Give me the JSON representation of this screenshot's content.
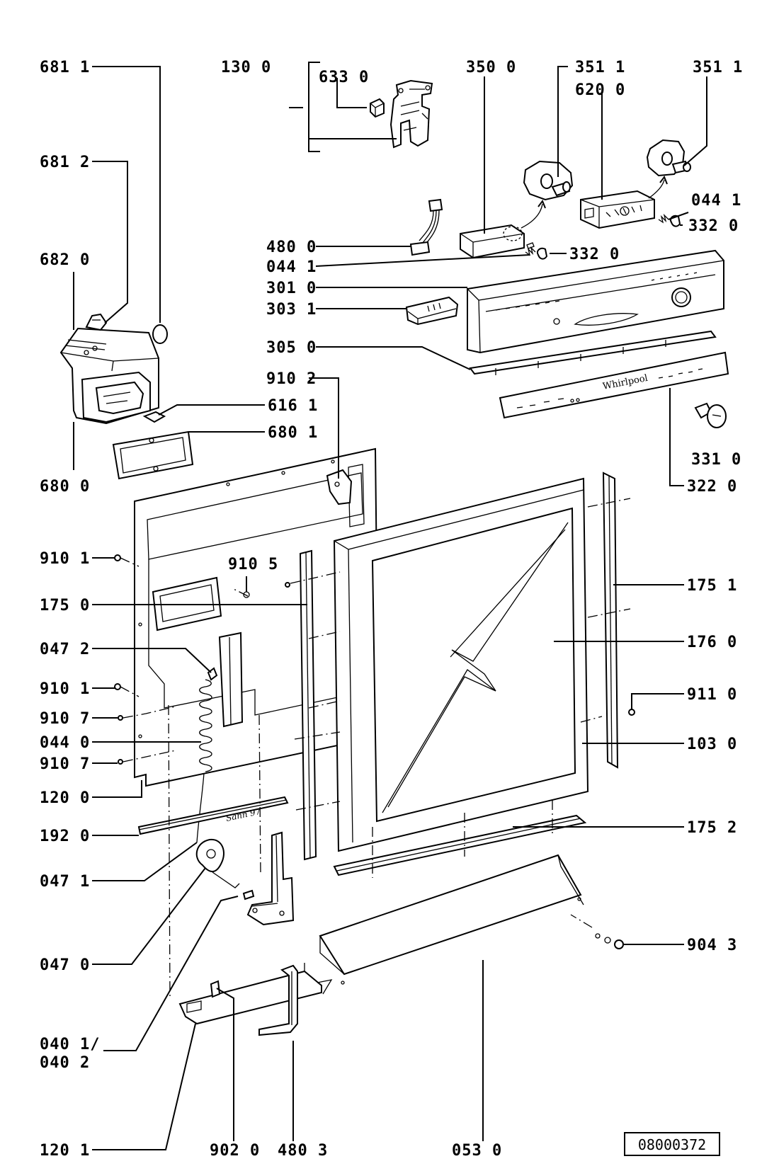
{
  "labels": {
    "p681_1": "681 1",
    "p130_0": "130 0",
    "p633_0": "633 0",
    "p350_0": "350 0",
    "p351_1a": "351 1",
    "p620_0": "620 0",
    "p351_1b": "351 1",
    "p681_2": "681 2",
    "p044_1a": "044 1",
    "p332_0a": "332 0",
    "p682_0": "682 0",
    "p480_0": "480 0",
    "p044_1b": "044 1",
    "p332_0b": "332 0",
    "p301_0": "301 0",
    "p303_1": "303 1",
    "p305_0": "305 0",
    "p910_2": "910 2",
    "p616_1": "616 1",
    "p680_1": "680 1",
    "p331_0": "331 0",
    "p680_0": "680 0",
    "p322_0": "322 0",
    "p910_1a": "910 1",
    "p910_5": "910 5",
    "p175_1": "175 1",
    "p175_0": "175 0",
    "p176_0": "176 0",
    "p047_2": "047 2",
    "p910_1b": "910 1",
    "p911_0": "911 0",
    "p910_7a": "910 7",
    "p044_0": "044 0",
    "p103_0": "103 0",
    "p910_7b": "910 7",
    "p120_0": "120 0",
    "p192_0": "192 0",
    "p175_2": "175 2",
    "p047_1": "047 1",
    "p904_3": "904 3",
    "p047_0": "047 0",
    "p040_1": "040 1/",
    "p040_2": "040 2",
    "p120_1": "120 1",
    "p902_0": "902 0",
    "p480_3": "480 3",
    "p053_0": "053 0"
  },
  "brand_text": "Whirlpool",
  "handwriting": "Sann 97",
  "diagram_ref": "08000372"
}
